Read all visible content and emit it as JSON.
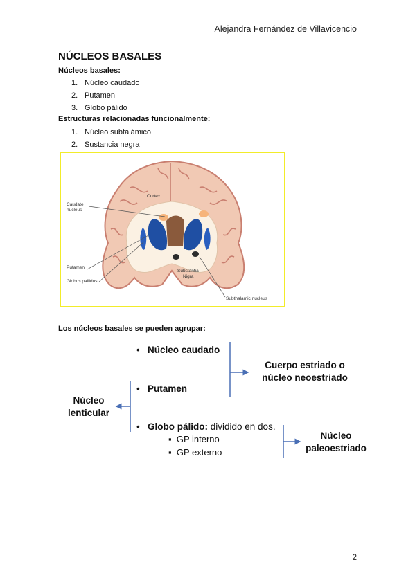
{
  "header": {
    "author": "Alejandra Fernández de Villavicencio"
  },
  "title": "NÚCLEOS BASALES",
  "section1": {
    "heading": "Núcleos basales:",
    "items": [
      {
        "num": "1.",
        "label": "Núcleo caudado"
      },
      {
        "num": "2.",
        "label": "Putamen"
      },
      {
        "num": "3.",
        "label": "Globo pálido"
      }
    ]
  },
  "section2": {
    "heading": "Estructuras relacionadas funcionalmente:",
    "items": [
      {
        "num": "1.",
        "label": "Núcleo subtalámico"
      },
      {
        "num": "2.",
        "label": "Sustancia negra"
      }
    ]
  },
  "figure": {
    "labels": {
      "cortex": "Cortex",
      "caudate_1": "Caudate",
      "caudate_2": "nucleus",
      "putamen": "Putamen",
      "globus": "Globus pallidus",
      "substantia_1": "Substantia",
      "substantia_2": "Nigra",
      "subthalamic": "Subthalamic nucleus"
    },
    "colors": {
      "border": "#f2ec2a",
      "cortex": "#f1c9b4",
      "cortex_edge": "#c97f70",
      "white_matter": "#fbf1e3",
      "nucleus_blue": "#1f4fa3",
      "thalamus": "#8a5a3c",
      "caudate_highlight": "#f6b47a"
    }
  },
  "diagram": {
    "intro": "Los núcleos basales se pueden agrupar:",
    "bullet": "•",
    "item_caudado": "Núcleo caudado",
    "item_putamen": "Putamen",
    "item_globo_bold": "Globo pálido:",
    "item_globo_rest": " dividido en dos.",
    "sub_bullet": "▪",
    "sub_items": [
      "GP interno",
      "GP externo"
    ],
    "right_group_1": "Cuerpo estriado o",
    "right_group_2": "núcleo neoestriado",
    "left_group_1": "Núcleo",
    "left_group_2": "lenticular",
    "bottom_group_1": "Núcleo",
    "bottom_group_2": "paleoestriado",
    "line_color": "#4a6fb5"
  },
  "footer": {
    "page_number": "2"
  }
}
